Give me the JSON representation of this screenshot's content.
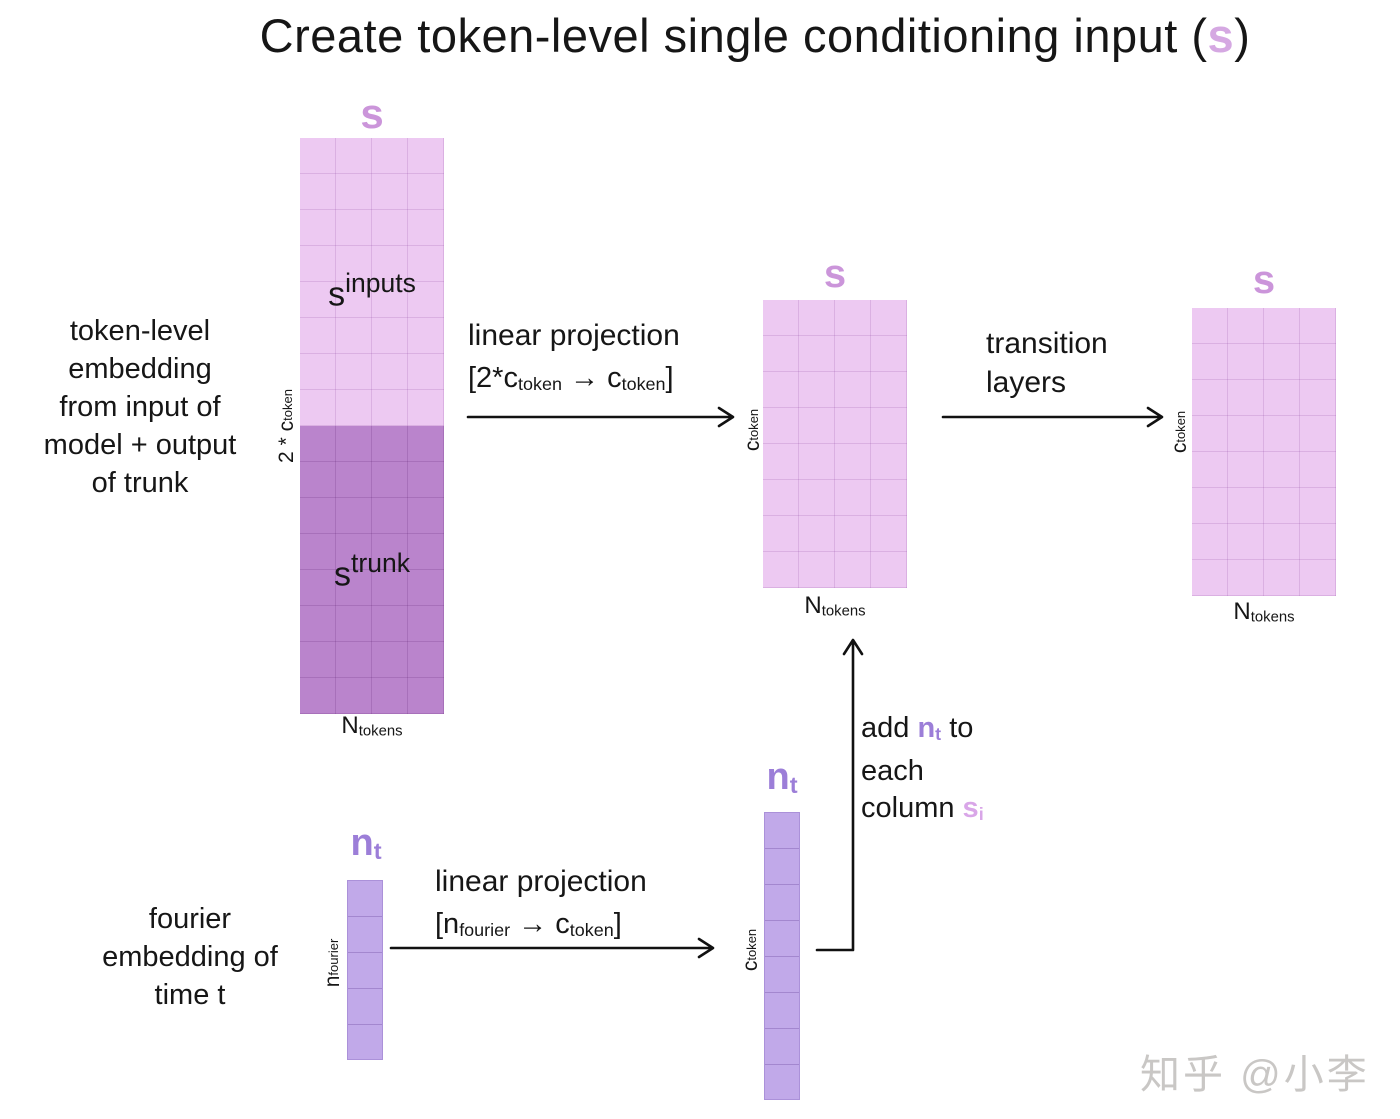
{
  "title": {
    "pre": "Create token-level single conditioning input (",
    "highlight": "s",
    "post": ")"
  },
  "left_note": {
    "lines": [
      "token-level",
      "embedding",
      "from input of",
      "model + output",
      "of trunk"
    ]
  },
  "projection1": {
    "title": "linear projection",
    "f_open": "[2*c",
    "f_sub1": "token",
    "f_arrow": " → c",
    "f_sub2": "token",
    "f_close": "]"
  },
  "transition": {
    "line1": "transition",
    "line2": "layers"
  },
  "fourier_note": {
    "lines": [
      "fourier",
      "embedding of",
      "time t"
    ]
  },
  "projection2": {
    "title": "linear projection",
    "f_open": "[n",
    "f_sub1": "fourier",
    "f_arrow": " → c",
    "f_sub2": "token",
    "f_close": "]"
  },
  "add_note": {
    "p1": "add ",
    "nt": "n",
    "nt_sub": "t",
    "p2": " to",
    "line2": "each",
    "line3": "column ",
    "si": "s",
    "si_sub": "i"
  },
  "matrix_concat": {
    "label": "s",
    "inputs": "s",
    "inputs_sup": "inputs",
    "trunk": "s",
    "trunk_sup": "trunk",
    "rows": "2 * c",
    "rows_sub": "token",
    "cols": "N",
    "cols_sub": "tokens"
  },
  "matrix_mid": {
    "label": "s",
    "rows": "c",
    "rows_sub": "token",
    "cols": "N",
    "cols_sub": "tokens"
  },
  "matrix_out": {
    "label": "s",
    "rows": "c",
    "rows_sub": "token",
    "cols": "N",
    "cols_sub": "tokens"
  },
  "vector_fourier": {
    "label": "n",
    "label_sub": "t",
    "rows": "n",
    "rows_sub": "fourier"
  },
  "vector_ctoken": {
    "label": "n",
    "label_sub": "t",
    "rows": "c",
    "rows_sub": "token"
  },
  "watermark": "知乎 @小李",
  "colors": {
    "matrix_light": "#edc9f2",
    "matrix_dark": "#ba84cc",
    "vector_fill": "#c1a9e9",
    "vector_border": "#ab91d9",
    "grid_light": "rgba(128,52,150,0.17)",
    "grid_dark": "rgba(70,10,90,0.16)",
    "grid_vector": "rgba(74,34,128,0.25)",
    "s_label": "#cb95da",
    "title_s": "#d5a8e2",
    "nt_label": "#9c7ed8",
    "si_label": "#d9a6e8",
    "text": "#161616",
    "arrow": "#111111",
    "watermark": "#c9c7c5"
  }
}
